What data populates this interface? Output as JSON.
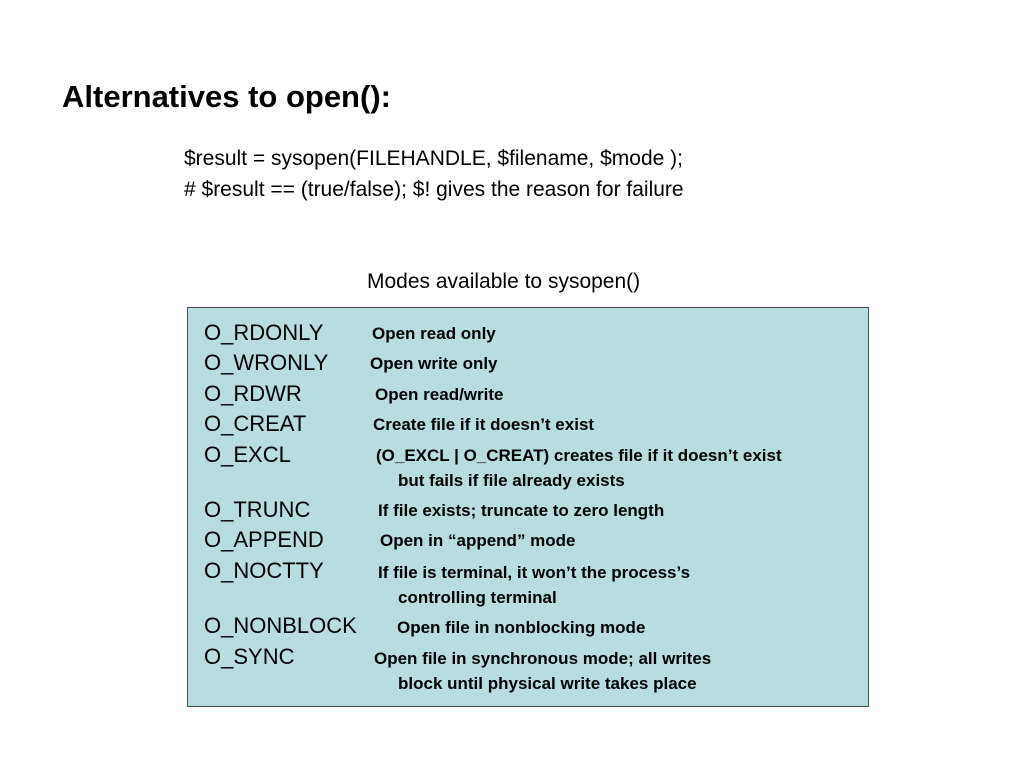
{
  "slide": {
    "title": "Alternatives to open():",
    "code_lines": [
      "$result = sysopen(FILEHANDLE, $filename, $mode );",
      "# $result == (true/false); $! gives the reason for failure"
    ],
    "modes_caption": "Modes available to sysopen()",
    "box_color": "#b7dde0",
    "modes": [
      {
        "name": "O_RDONLY",
        "desc": "Open read only",
        "cont": ""
      },
      {
        "name": "O_WRONLY",
        "desc": "Open write only",
        "cont": ""
      },
      {
        "name": "O_RDWR",
        "desc": "Open read/write",
        "cont": ""
      },
      {
        "name": "O_CREAT",
        "desc": "Create file if it doesn’t exist",
        "cont": ""
      },
      {
        "name": "O_EXCL",
        "desc": "(O_EXCL | O_CREAT) creates file if it doesn’t exist",
        "cont": "but fails if file already exists"
      },
      {
        "name": "O_TRUNC",
        "desc": "If file exists; truncate to zero length",
        "cont": ""
      },
      {
        "name": "O_APPEND",
        "desc": "Open in “append” mode",
        "cont": ""
      },
      {
        "name": "O_NOCTTY",
        "desc": "If file is terminal, it won’t the process’s",
        "cont": "controlling terminal"
      },
      {
        "name": "O_NONBLOCK",
        "desc": "Open file in nonblocking mode",
        "cont": ""
      },
      {
        "name": "O_SYNC",
        "desc": "Open file in synchronous mode; all writes",
        "cont": "block until physical write takes place"
      }
    ]
  }
}
